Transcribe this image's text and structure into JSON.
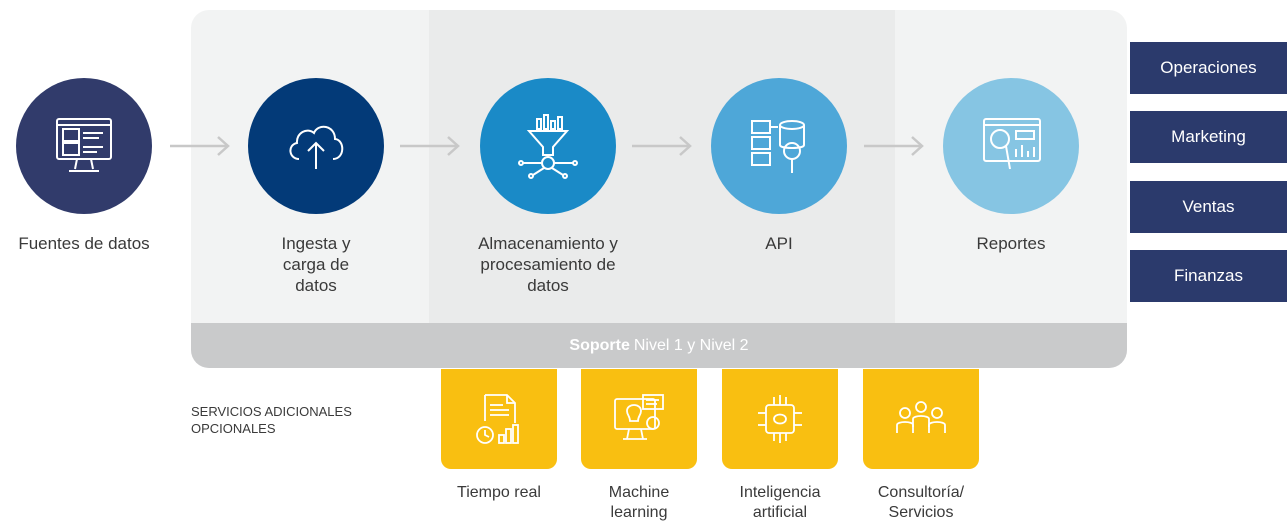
{
  "stages": [
    {
      "label": "Fuentes de datos",
      "icon": "monitor-folders-icon",
      "color": "#313b6b"
    },
    {
      "label": "Ingesta y carga de datos",
      "icon": "cloud-upload-icon",
      "color": "#033a78"
    },
    {
      "label": "Almacenamiento y procesamiento de datos",
      "icon": "data-funnel-icon",
      "color": "#1a8ac7"
    },
    {
      "label": "API",
      "icon": "database-search-icon",
      "color": "#4ea7d8"
    },
    {
      "label": "Reportes",
      "icon": "dashboard-magnifier-icon",
      "color": "#86c5e3"
    }
  ],
  "support": {
    "bold": "Soporte",
    "rest": "Nivel 1 y Nivel 2"
  },
  "departments": [
    "Operaciones",
    "Marketing",
    "Ventas",
    "Finanzas"
  ],
  "services_title": "SERVICIOS ADICIONALES OPCIONALES",
  "services": [
    {
      "label": "Tiempo real",
      "icon": "realtime-document-icon"
    },
    {
      "label": "Machine learning",
      "icon": "machine-learning-icon"
    },
    {
      "label": "Inteligencia artificial",
      "icon": "ai-chip-icon"
    },
    {
      "label": "Consultoría/ Servicios",
      "icon": "consulting-team-icon"
    }
  ],
  "colors": {
    "department_bg": "#2b3a6c",
    "service_bg": "#f9bf11",
    "panel_bg": "#f2f3f3",
    "support_bg": "#c9cacb",
    "arrow": "#c8c8c8"
  }
}
